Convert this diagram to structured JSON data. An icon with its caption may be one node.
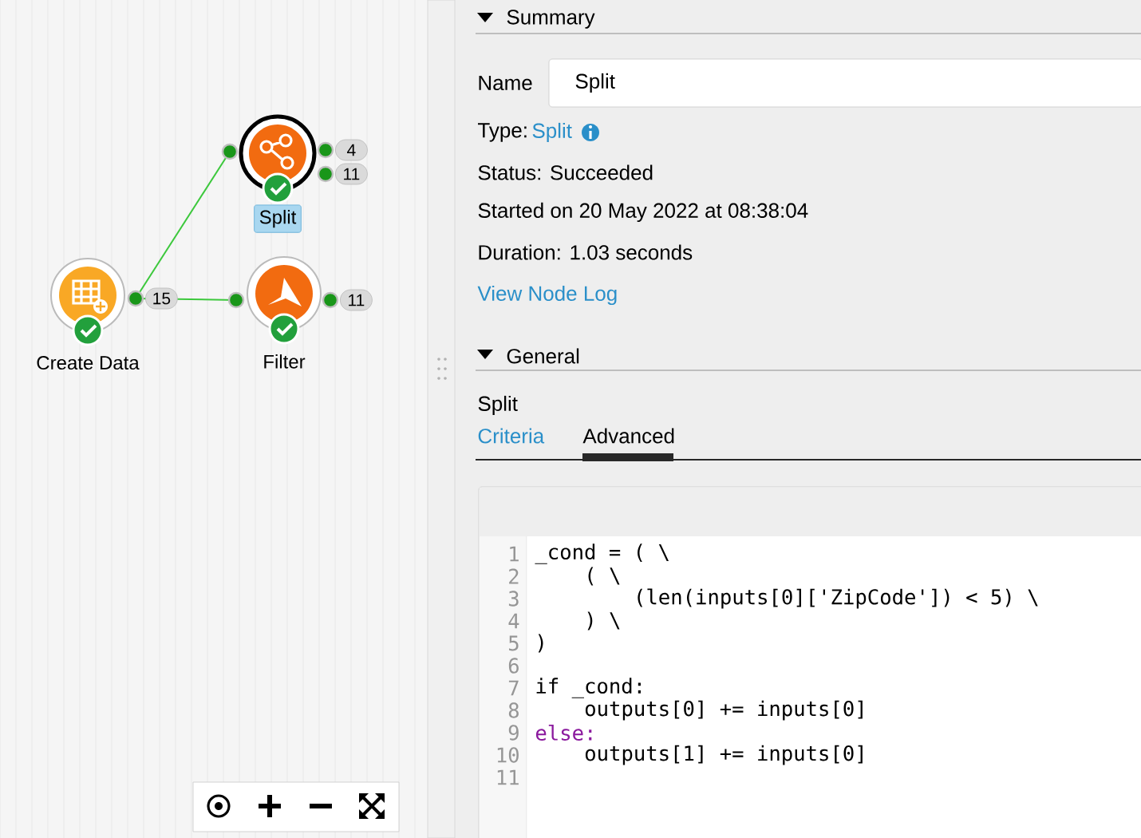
{
  "diagram": {
    "nodes": [
      {
        "text": [
          "Create Data"
        ],
        "beside": [
          "15"
        ]
      },
      {
        "text": [
          "Split"
        ],
        "beside": [
          "4",
          "11"
        ]
      },
      {
        "text": [
          "Filter"
        ],
        "beside": [
          "11"
        ]
      }
    ],
    "edges": [
      {
        "from": 0,
        "to": 1,
        "arrow": "none"
      },
      {
        "from": 0,
        "to": 2,
        "arrow": "none"
      }
    ],
    "labels": [
      "Summary",
      "Name",
      "Split",
      "Type:",
      "Split",
      "Status: Succeeded",
      "Started on 20 May 2022 at 08:38:04",
      "Duration: 1.03 seconds",
      "View Node Log",
      "General",
      "Split",
      "Criteria",
      "Advanced",
      "1",
      "_cond = ( \\",
      "2",
      "( \\",
      "3",
      "(len(inputs[0]['ZipCode']) < 5) \\",
      "4",
      ") \\",
      "5",
      ")",
      "6",
      "7",
      "if _cond:",
      "8",
      "outputs[0] += inputs[0]",
      "9",
      "else:",
      "10",
      "outputs[1] += inputs[0]",
      "11"
    ]
  }
}
